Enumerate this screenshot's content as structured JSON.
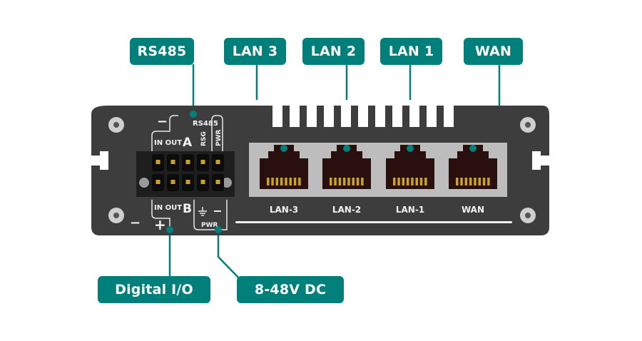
{
  "callouts": {
    "rs485": "RS485",
    "lan3": "LAN 3",
    "lan2": "LAN 2",
    "lan1": "LAN 1",
    "wan": "WAN",
    "digital_io": "Digital I/O",
    "power": "8-48V DC"
  },
  "device": {
    "ports": [
      "LAN-3",
      "LAN-2",
      "LAN-1",
      "WAN"
    ],
    "terminal": {
      "rs485_title": "RS485",
      "a_label": "A",
      "b_label": "B",
      "in_out_top": "IN OUT",
      "in_out_bottom": "IN OUT",
      "rsg": "RSG",
      "pwr_top": "PWR",
      "pwr_bottom": "PWR",
      "minus": "−",
      "plus": "+"
    }
  },
  "colors": {
    "accent": "#017f7a",
    "body": "#3d3d3d",
    "port_bg": "#bdbdbd",
    "jack": "#2a0f0f",
    "pins": "#c9a227"
  }
}
